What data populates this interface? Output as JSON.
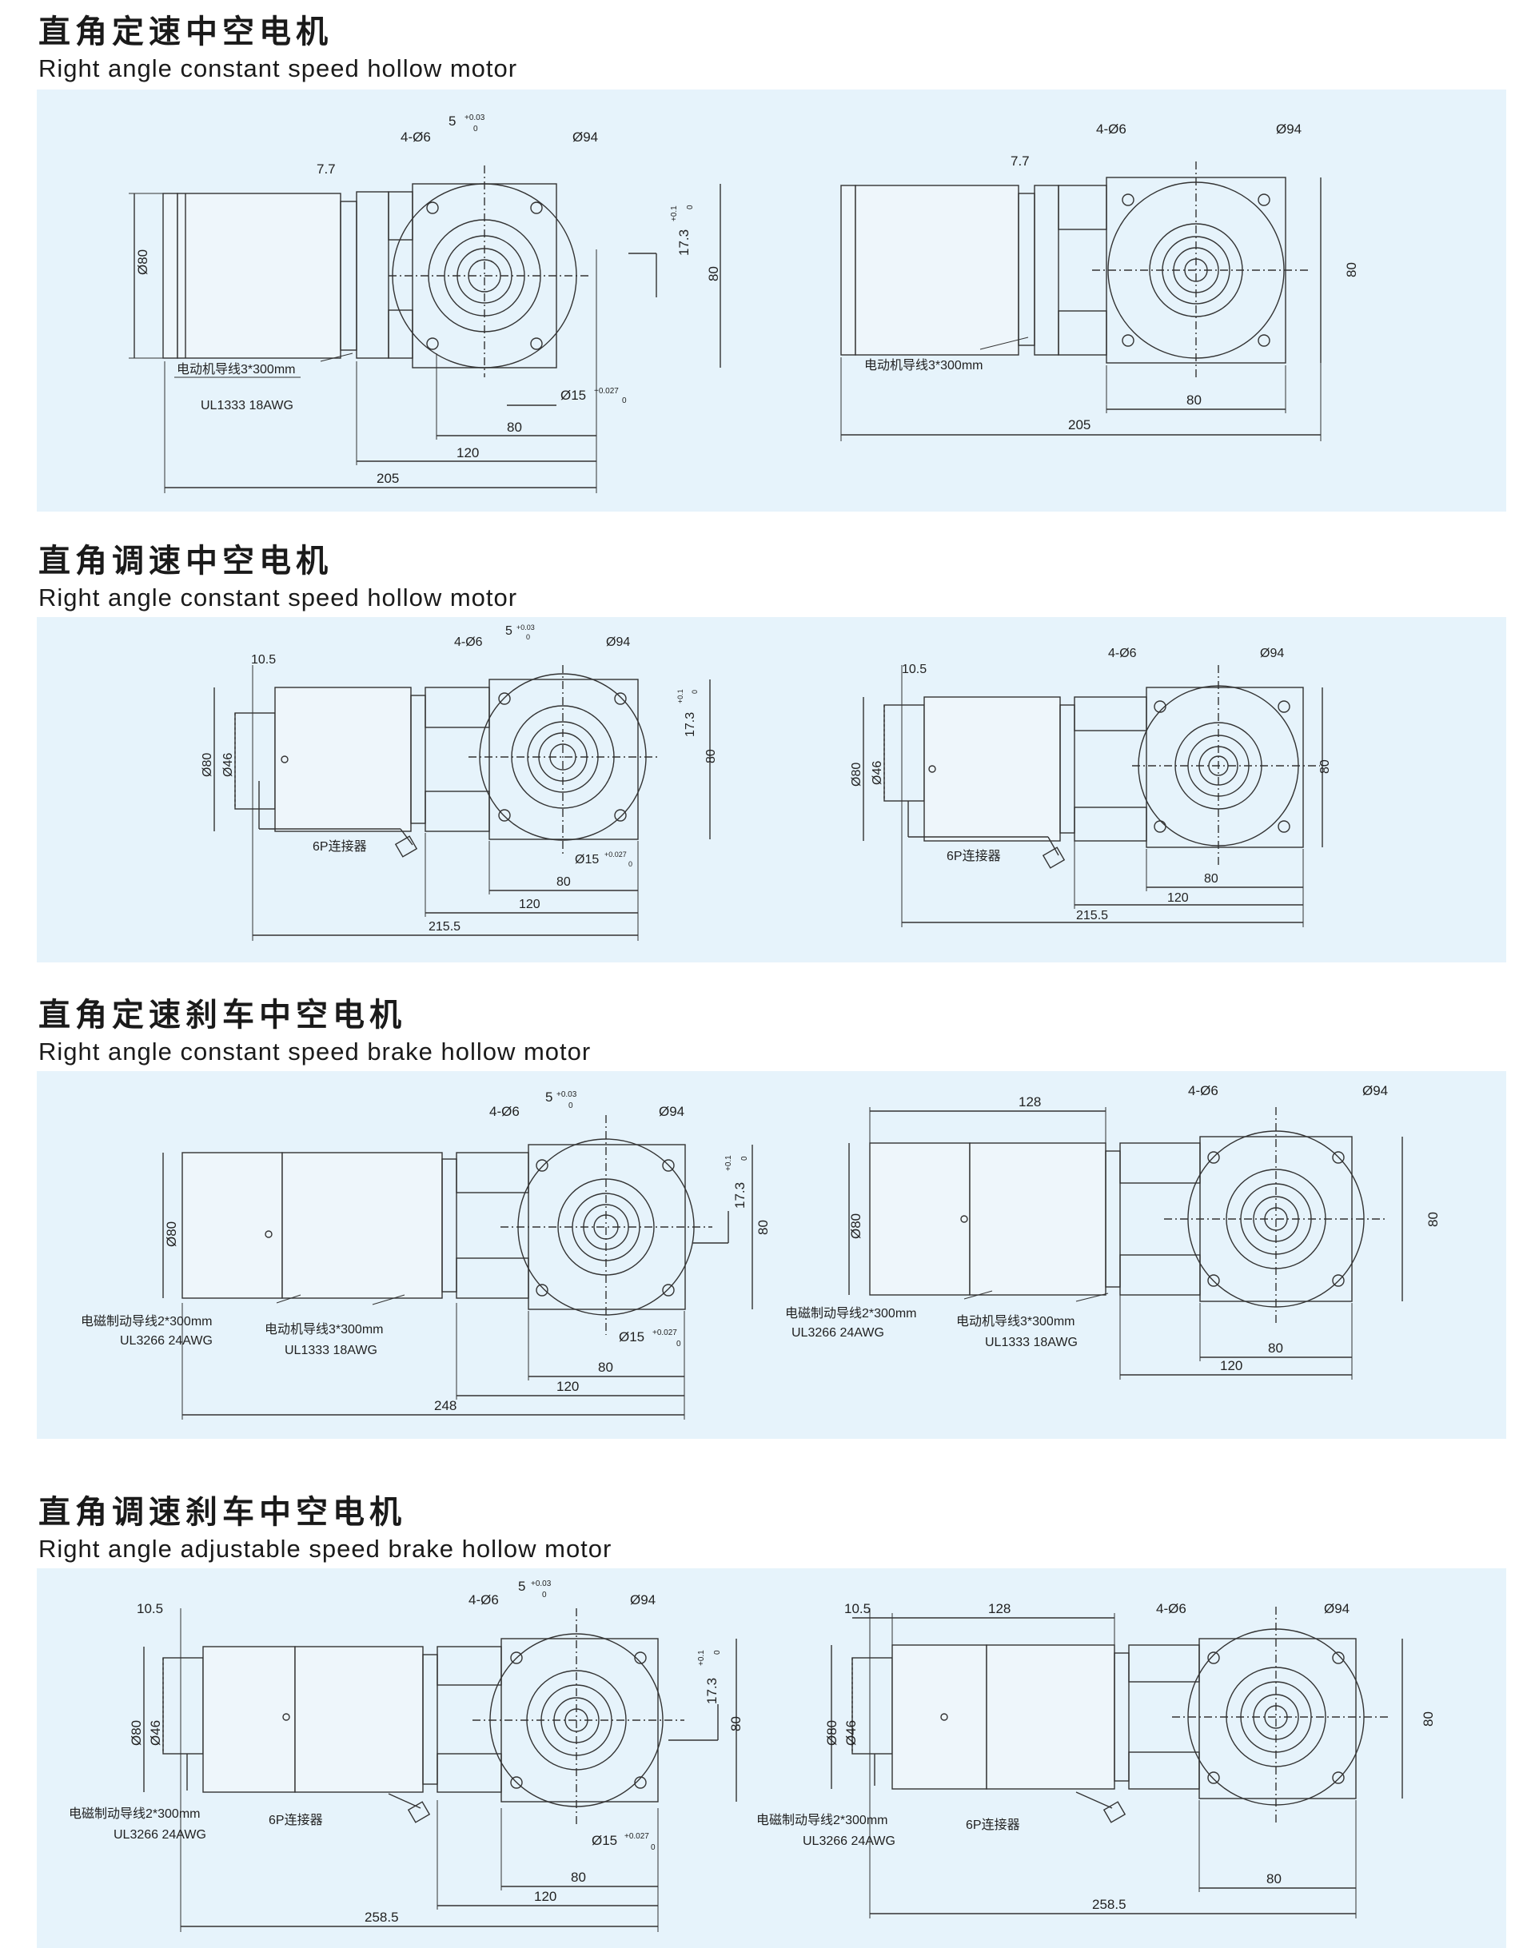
{
  "sections": [
    {
      "title": "直角定速中空电机",
      "subtitle": "Right angle constant speed hollow motor",
      "left": {
        "dims": [
          "7.7",
          "4-Ø6",
          "5",
          "+0.03",
          "0",
          "Ø94",
          "Ø80",
          "17.3",
          "+0.1",
          "0",
          "80",
          "Ø15",
          "+0.027",
          "0",
          "80",
          "120",
          "205"
        ],
        "notes": [
          "电动机导线3*300mm",
          "UL1333  18AWG"
        ]
      },
      "right": {
        "dims": [
          "7.7",
          "4-Ø6",
          "Ø94",
          "80",
          "80",
          "205"
        ],
        "notes": [
          "电动机导线3*300mm"
        ]
      }
    },
    {
      "title": "直角调速中空电机",
      "subtitle": "Right angle constant speed hollow motor",
      "left": {
        "dims": [
          "10.5",
          "4-Ø6",
          "5",
          "+0.03",
          "0",
          "Ø94",
          "Ø80",
          "Ø46",
          "17.3",
          "+0.1",
          "0",
          "80",
          "Ø15",
          "+0.027",
          "0",
          "80",
          "120",
          "215.5"
        ],
        "notes": [
          "6P连接器"
        ]
      },
      "right": {
        "dims": [
          "10.5",
          "4-Ø6",
          "Ø94",
          "Ø80",
          "Ø46",
          "80",
          "80",
          "120",
          "215.5"
        ],
        "notes": [
          "6P连接器"
        ]
      }
    },
    {
      "title": "直角定速刹车中空电机",
      "subtitle": "Right angle constant speed brake hollow motor",
      "left": {
        "dims": [
          "4-Ø6",
          "5",
          "+0.03",
          "0",
          "Ø94",
          "Ø80",
          "17.3",
          "+0.1",
          "0",
          "80",
          "Ø15",
          "+0.027",
          "0",
          "80",
          "120",
          "248"
        ],
        "notes": [
          "电磁制动导线2*300mm",
          "UL3266  24AWG",
          "电动机导线3*300mm",
          "UL1333  18AWG"
        ]
      },
      "right": {
        "dims": [
          "128",
          "4-Ø6",
          "Ø94",
          "Ø80",
          "80",
          "80",
          "120"
        ],
        "notes": [
          "电磁制动导线2*300mm",
          "UL3266  24AWG",
          "电动机导线3*300mm",
          "UL1333  18AWG"
        ]
      }
    },
    {
      "title": "直角调速刹车中空电机",
      "subtitle": "Right angle adjustable speed brake hollow motor",
      "left": {
        "dims": [
          "10.5",
          "4-Ø6",
          "5",
          "+0.03",
          "0",
          "Ø94",
          "Ø80",
          "Ø46",
          "17.3",
          "+0.1",
          "0",
          "80",
          "Ø15",
          "+0.027",
          "0",
          "80",
          "120",
          "258.5"
        ],
        "notes": [
          "电磁制动导线2*300mm",
          "UL3266  24AWG",
          "6P连接器"
        ]
      },
      "right": {
        "dims": [
          "10.5",
          "128",
          "4-Ø6",
          "Ø94",
          "Ø80",
          "Ø46",
          "80",
          "80",
          "258.5"
        ],
        "notes": [
          "电磁制动导线2*300mm",
          "UL3266  24AWG",
          "6P连接器"
        ]
      }
    }
  ]
}
